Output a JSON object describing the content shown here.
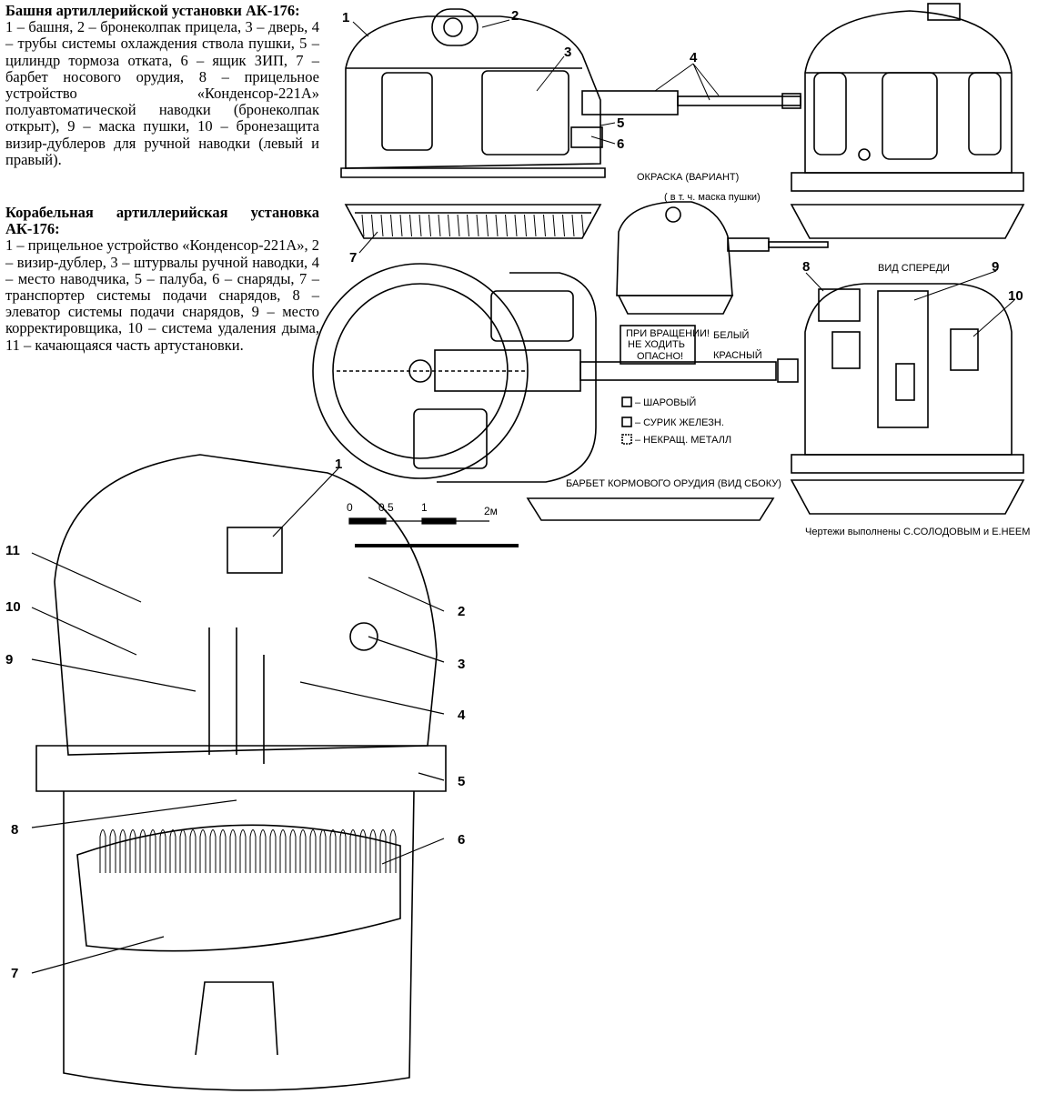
{
  "captions": {
    "turret": {
      "title": "Башня артиллерийской установки АК-176:",
      "body": "1 – башня, 2 – бронеколпак прицела, 3 – дверь, 4 – трубы системы охлаждения ствола пушки, 5 – цилиндр тормоза отката, 6 – ящик ЗИП, 7 – барбет носового орудия, 8 – прицельное устройство «Конденсор-221А» полуавтоматической наводки (бронеколпак открыт), 9 – маска пушки, 10 – бронезащита визир-дублеров для ручной наводки (левый и правый)."
    },
    "ship_mount": {
      "title": "Корабельная артиллерийская установка АК-176:",
      "body": "1 – прицельное устройство «Конденсор-221А», 2 – визир-дублер, 3 – штурвалы ручной наводки, 4 – место наводчика, 5 – палуба, 6 – снаряды, 7 – транспортер системы подачи снарядов, 8 – элеватор системы подачи снарядов, 9 – место корректировщика, 10 – система удаления дыма, 11 – качающаяся часть артустановки."
    }
  },
  "drawing_labels": {
    "paint_scheme": "ОКРАСКА (ВАРИАНТ)",
    "incl_mask": "( в т. ч. маска пушки)",
    "front_view": "ВИД СПЕРЕДИ",
    "warning_1": "ПРИ ВРАЩЕНИИ!",
    "warning_2": "НЕ ХОДИТЬ",
    "warning_3": "ОПАСНО!",
    "white": "БЕЛЫЙ",
    "red": "КРАСНЫЙ",
    "legend_ball": "– ШАРОВЫЙ",
    "legend_minium": "– СУРИК ЖЕЛЕЗН.",
    "legend_bare": "– НЕКРАЩ. МЕТАЛЛ",
    "stern_barbette": "БАРБЕТ КОРМОВОГО ОРУДИЯ (ВИД СБОКУ)",
    "credits": "Чертежи выполнены С.СОЛОДОВЫМ и Е.НЕЕМ"
  },
  "scale_bar": {
    "t0": "0",
    "t1": "0,5",
    "t2": "1",
    "t3": "2м"
  },
  "callouts_top": {
    "n1": "1",
    "n2": "2",
    "n3": "3",
    "n4": "4",
    "n5": "5",
    "n6": "6",
    "n7": "7",
    "n8": "8",
    "n9": "9",
    "n10": "10"
  },
  "callouts_cutaway": {
    "n1": "1",
    "n2": "2",
    "n3": "3",
    "n4": "4",
    "n5": "5",
    "n6": "6",
    "n7": "7",
    "n8": "8",
    "n9": "9",
    "n10": "10",
    "n11": "11"
  },
  "colors": {
    "ink": "#000000",
    "paper": "#ffffff"
  }
}
